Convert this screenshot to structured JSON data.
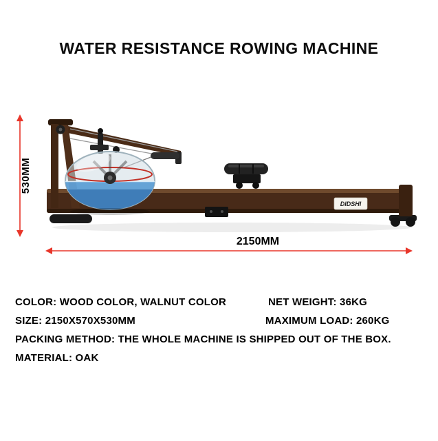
{
  "page": {
    "title": "WATER RESISTANCE ROWING MACHINE"
  },
  "dimensions": {
    "height": "530MM",
    "length": "2150MM"
  },
  "product": {
    "brand": "DIDSHI",
    "description": "water resistance rowing machine, walnut wood frame, clear water tank with blue water, black sliding seat"
  },
  "specs": {
    "color": "COLOR: WOOD COLOR, WALNUT COLOR",
    "net_weight": "NET WEIGHT: 36KG",
    "size": "SIZE: 2150X570X530MM",
    "max_load": "MAXIMUM LOAD: 260KG",
    "packing": "PACKING METHOD: THE WHOLE MACHINE IS SHIPPED OUT OF THE BOX.",
    "material": "MATERIAL: OAK"
  },
  "colors": {
    "background": "#ffffff",
    "text": "#000000",
    "dimension_line": "#e8362a",
    "wood": "#482a18",
    "water_blue": "#4e8fd0"
  }
}
